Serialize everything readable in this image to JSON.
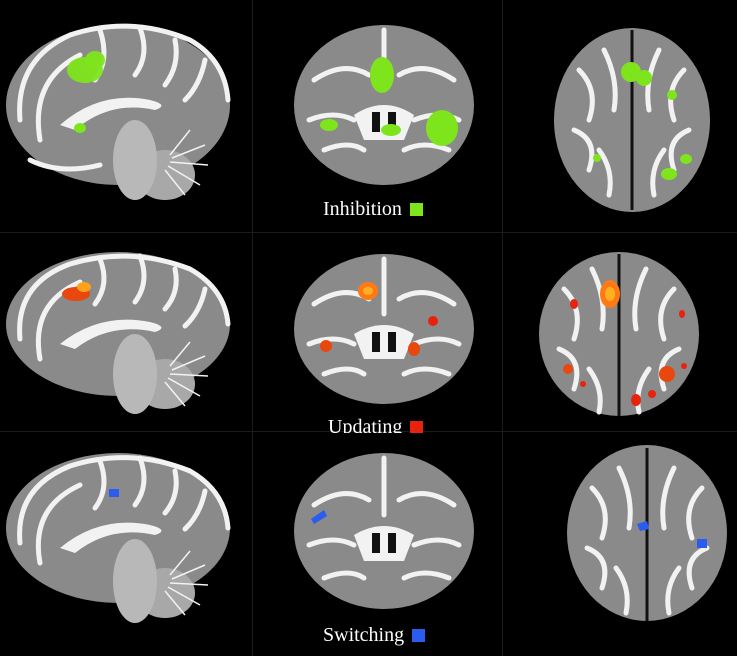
{
  "rows": [
    {
      "label": "Inhibition",
      "color": "#7ee51c"
    },
    {
      "label": "Updating",
      "color": "#e8220d"
    },
    {
      "label": "Switching",
      "color": "#2a5cf0"
    }
  ],
  "views": [
    "sagittal",
    "coronal",
    "axial"
  ],
  "colors": {
    "background": "#000000",
    "gray_matter": "#8a8a8a",
    "white_matter": "#f2f2f2"
  }
}
